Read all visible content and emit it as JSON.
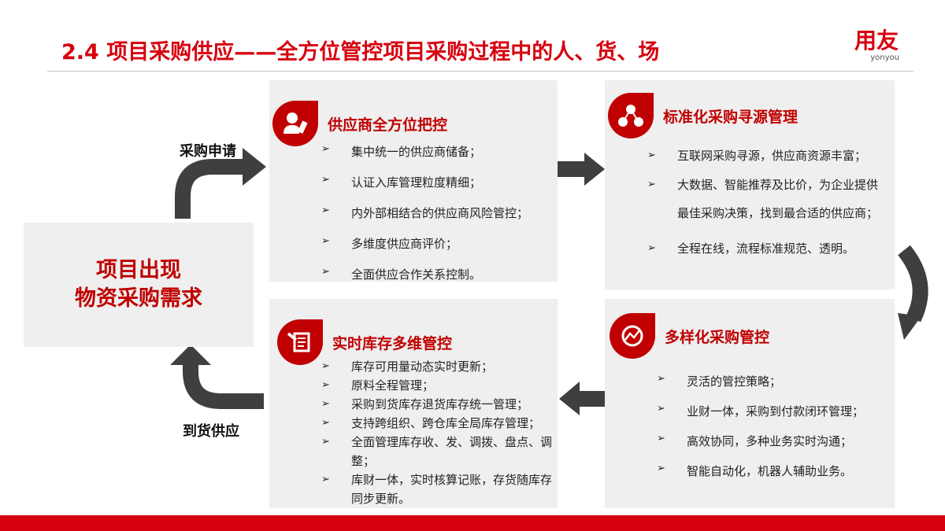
{
  "header": {
    "title": "2.4 项目采购供应——全方位管控项目采购过程中的人、货、场",
    "logo_cn": "用友",
    "logo_en": "yonyou"
  },
  "start": {
    "line1": "项目出现",
    "line2": "物资采购需求"
  },
  "labels": {
    "request": "采购申请",
    "supply": "到货供应"
  },
  "cards": [
    {
      "title": "供应商全方位把控",
      "icon": "supplier-person-icon",
      "items": [
        "集中统一的供应商储备；",
        "认证入库管理粒度精细；",
        "内外部相结合的供应商风险管控；",
        "多维度供应商评价；",
        "全面供应合作关系控制。"
      ]
    },
    {
      "title": "标准化采购寻源管理",
      "icon": "cloud-network-icon",
      "items": [
        "互联网采购寻源，供应商资源丰富；",
        "大数据、智能推荐及比价，为企业提供最佳采购决策，找到最合适的供应商；",
        "全程在线，流程标准规范、透明。"
      ]
    },
    {
      "title": "多样化采购管控",
      "icon": "chart-analysis-icon",
      "items": [
        "灵活的管控策略；",
        "业财一体，采购到付款闭环管理；",
        "高效协同，多种业务实时沟通；",
        "智能自动化，机器人辅助业务。"
      ]
    },
    {
      "title": "实时库存多维管控",
      "icon": "scroll-document-icon",
      "items": [
        "库存可用量动态实时更新；",
        "原料全程管理；",
        "采购到货库存退货库存统一管理；",
        "支持跨组织、跨仓库全局库存管理；",
        "全面管理库存收、发、调拨、盘点、调整；",
        "库财一体，实时核算记账，存货随库存同步更新。"
      ]
    }
  ],
  "bullet": "➢",
  "colors": {
    "accent": "#d7000f",
    "card_bg": "#efefef",
    "arrow": "#3f3f3f"
  }
}
